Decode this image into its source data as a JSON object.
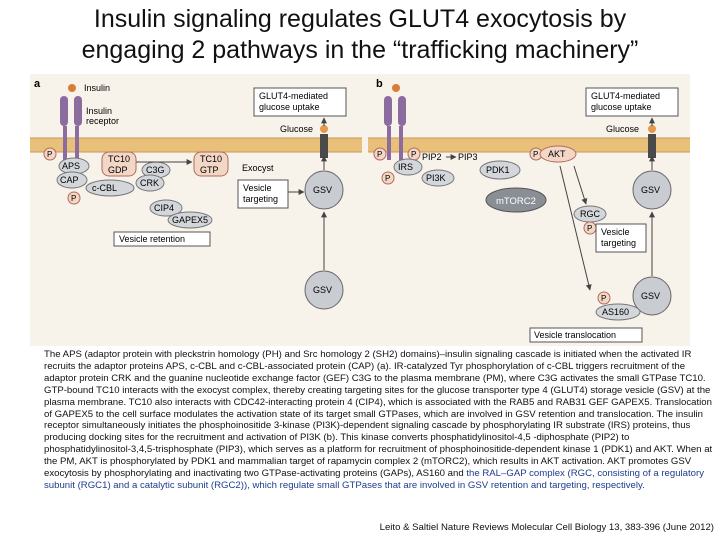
{
  "title": {
    "line1": "Insulin signaling regulates GLUT4 exocytosis by",
    "line2": "engaging 2 pathways in the “trafficking machinery”"
  },
  "colors": {
    "membrane": "#e9c07a",
    "receptor": "#8c6b9e",
    "tc10": "#f3d7c6",
    "protein_grey": "#d3d6da",
    "vesicle": "#c9cdd2",
    "glut4": "#4a4a4a",
    "retention": "#ffffff"
  },
  "panel_a": {
    "letter": "a",
    "insulin": "Insulin",
    "receptor": "Insulin\nreceptor",
    "uptake": "GLUT4-mediated\nglucose uptake",
    "glucose": "Glucose",
    "p": "P",
    "aps": "APS",
    "cap": "CAP",
    "ccbl": "c-CBL",
    "tc10_gdp": "TC10\nGDP",
    "c3g": "C3G",
    "crk": "CRK",
    "tc10_gtp": "TC10\nGTP",
    "exocyst": "Exocyst",
    "vesicle_targeting": "Vesicle\ntargeting",
    "gsv": "GSV",
    "cip4": "CIP4",
    "gapex5": "GAPEX5",
    "vesicle_retention": "Vesicle retention",
    "gsv2": "GSV"
  },
  "panel_b": {
    "letter": "b",
    "uptake": "GLUT4-mediated\nglucose uptake",
    "glucose": "Glucose",
    "p": "P",
    "pip2": "PIP2",
    "pip3": "PIP3",
    "irs": "IRS",
    "pi3k": "PI3K",
    "pdk1": "PDK1",
    "akt": "AKT",
    "mtorc2": "mTORC2",
    "gsv": "GSV",
    "rgc": "RGC",
    "vesicle_targeting": "Vesicle\ntargeting",
    "gsv2": "GSV",
    "as160": "AS160",
    "vesicle_translocation": "Vesicle translocation"
  },
  "body": {
    "main": "The APS (adaptor protein with pleckstrin homology (PH) and Src homology 2 (SH2) domains)–insulin signaling cascade is initiated when the activated IR recruits the adaptor proteins APS, c-CBL and c-CBL-associated protein (CAP) (a). IR-catalyzed Tyr phosphorylation of c-CBL triggers recruitment of the adaptor protein CRK and the guanine nucleotide exchange factor (GEF) C3G to the plasma membrane (PM), where C3G activates the small GTPase TC10. GTP-bound TC10 interacts with the exocyst complex, thereby creating targeting sites for the glucose transporter type 4 (GLUT4) storage vesicle (GSV) at the plasma membrane. TC10 also interacts with CDC42-interacting protein 4 (CIP4), which is associated with the RAB5 and RAB31 GEF GAPEX5. Translocation of GAPEX5 to the cell surface modulates the activation state of its target small GTPases, which are involved in GSV retention and translocation. The insulin receptor simultaneously initiates the phosphoinositide 3-kinase (PI3K)-dependent signaling cascade by phosphorylating IR substrate (IRS) proteins, thus producing docking sites for the recruitment and activation of PI3K (b). This kinase converts phosphatidylinositol-4,5 -diphosphate (PIP2) to phosphatidylinositol-3,4,5-trisphosphate (PIP3), which serves as a platform for recruitment of phosphoinositide-dependent kinase 1 (PDK1) and AKT. When at the PM, AKT is phosphorylated by PDK1 and mammalian target of rapamycin complex 2 (mTORC2), which results in AKT activation. AKT promotes GSV exocytosis by phosphorylating and inactivating two GTPase-activating proteins (GAPs), AS160 and",
    "highlight": " the RAL–GAP complex (RGC, consisting of a regulatory subunit (RGC1) and a catalytic subunit (RGC2)), which regulate small GTPases that are involved in GSV retention and targeting, respectively."
  },
  "citation": "Leito & Saltiel Nature Reviews Molecular Cell Biology 13, 383-396 (June 2012)"
}
